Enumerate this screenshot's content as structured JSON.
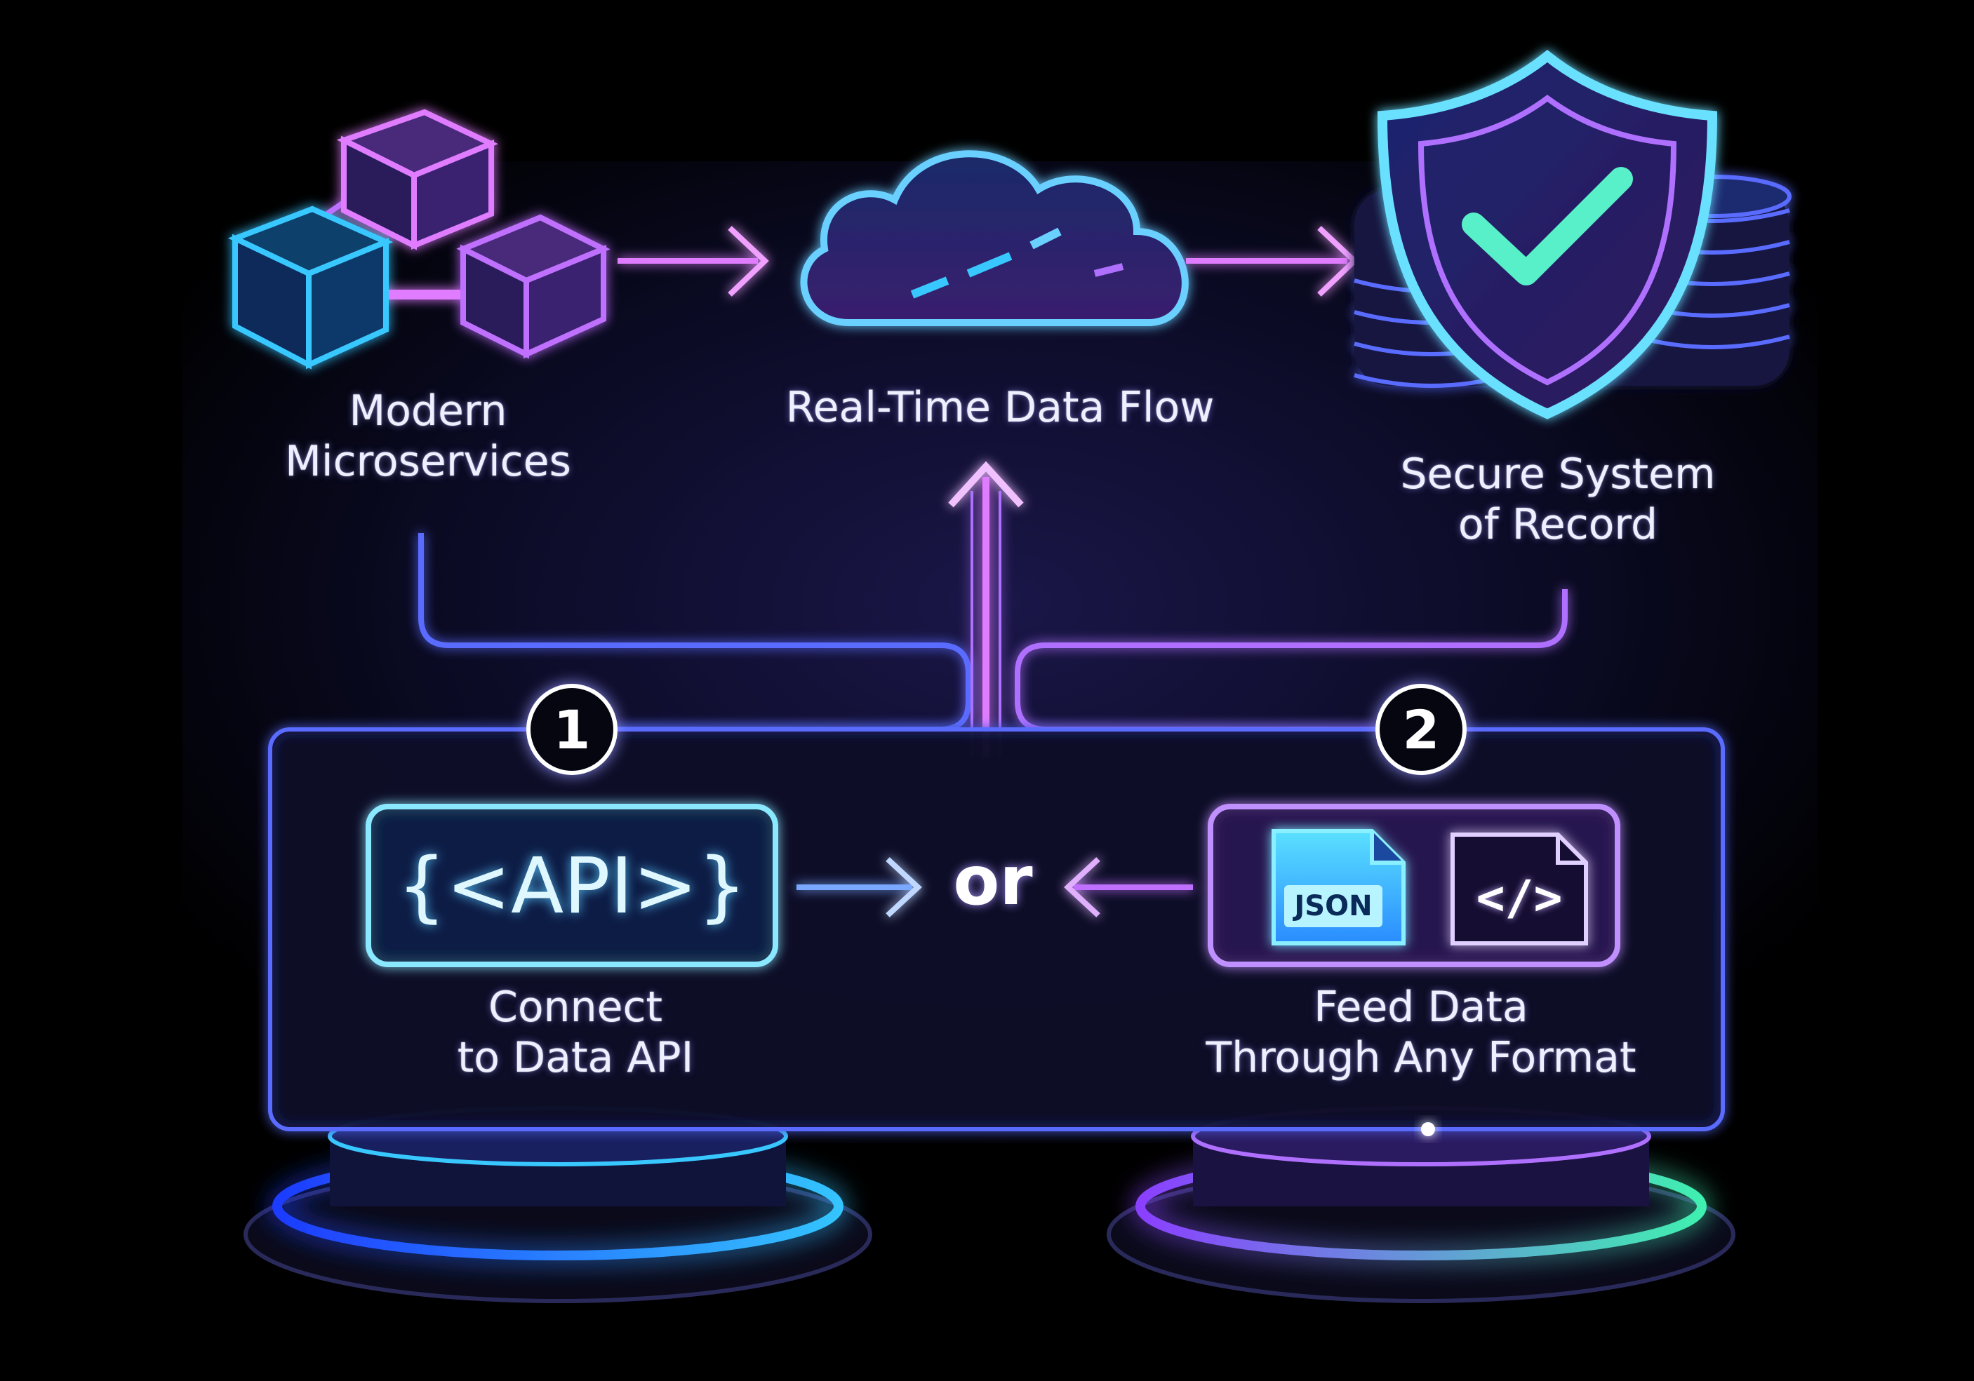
{
  "nodes": {
    "microservices": {
      "label": "Modern\nMicroservices"
    },
    "data_flow": {
      "label": "Real-Time Data Flow"
    },
    "system_of_record": {
      "label": "Secure System\nof Record"
    }
  },
  "options": {
    "api": {
      "badge": "1",
      "icon_text": "{<API>}",
      "label": "Connect\nto Data API"
    },
    "formats": {
      "badge": "2",
      "json_text": "JSON",
      "code_text": "</>",
      "label": "Feed Data\nThrough Any Format"
    },
    "separator": "or"
  },
  "colors": {
    "cyan": "#38c8ff",
    "violet": "#b070ff",
    "pink": "#e07cff",
    "green": "#59f0c8",
    "panel_border": "#5a6cff"
  }
}
